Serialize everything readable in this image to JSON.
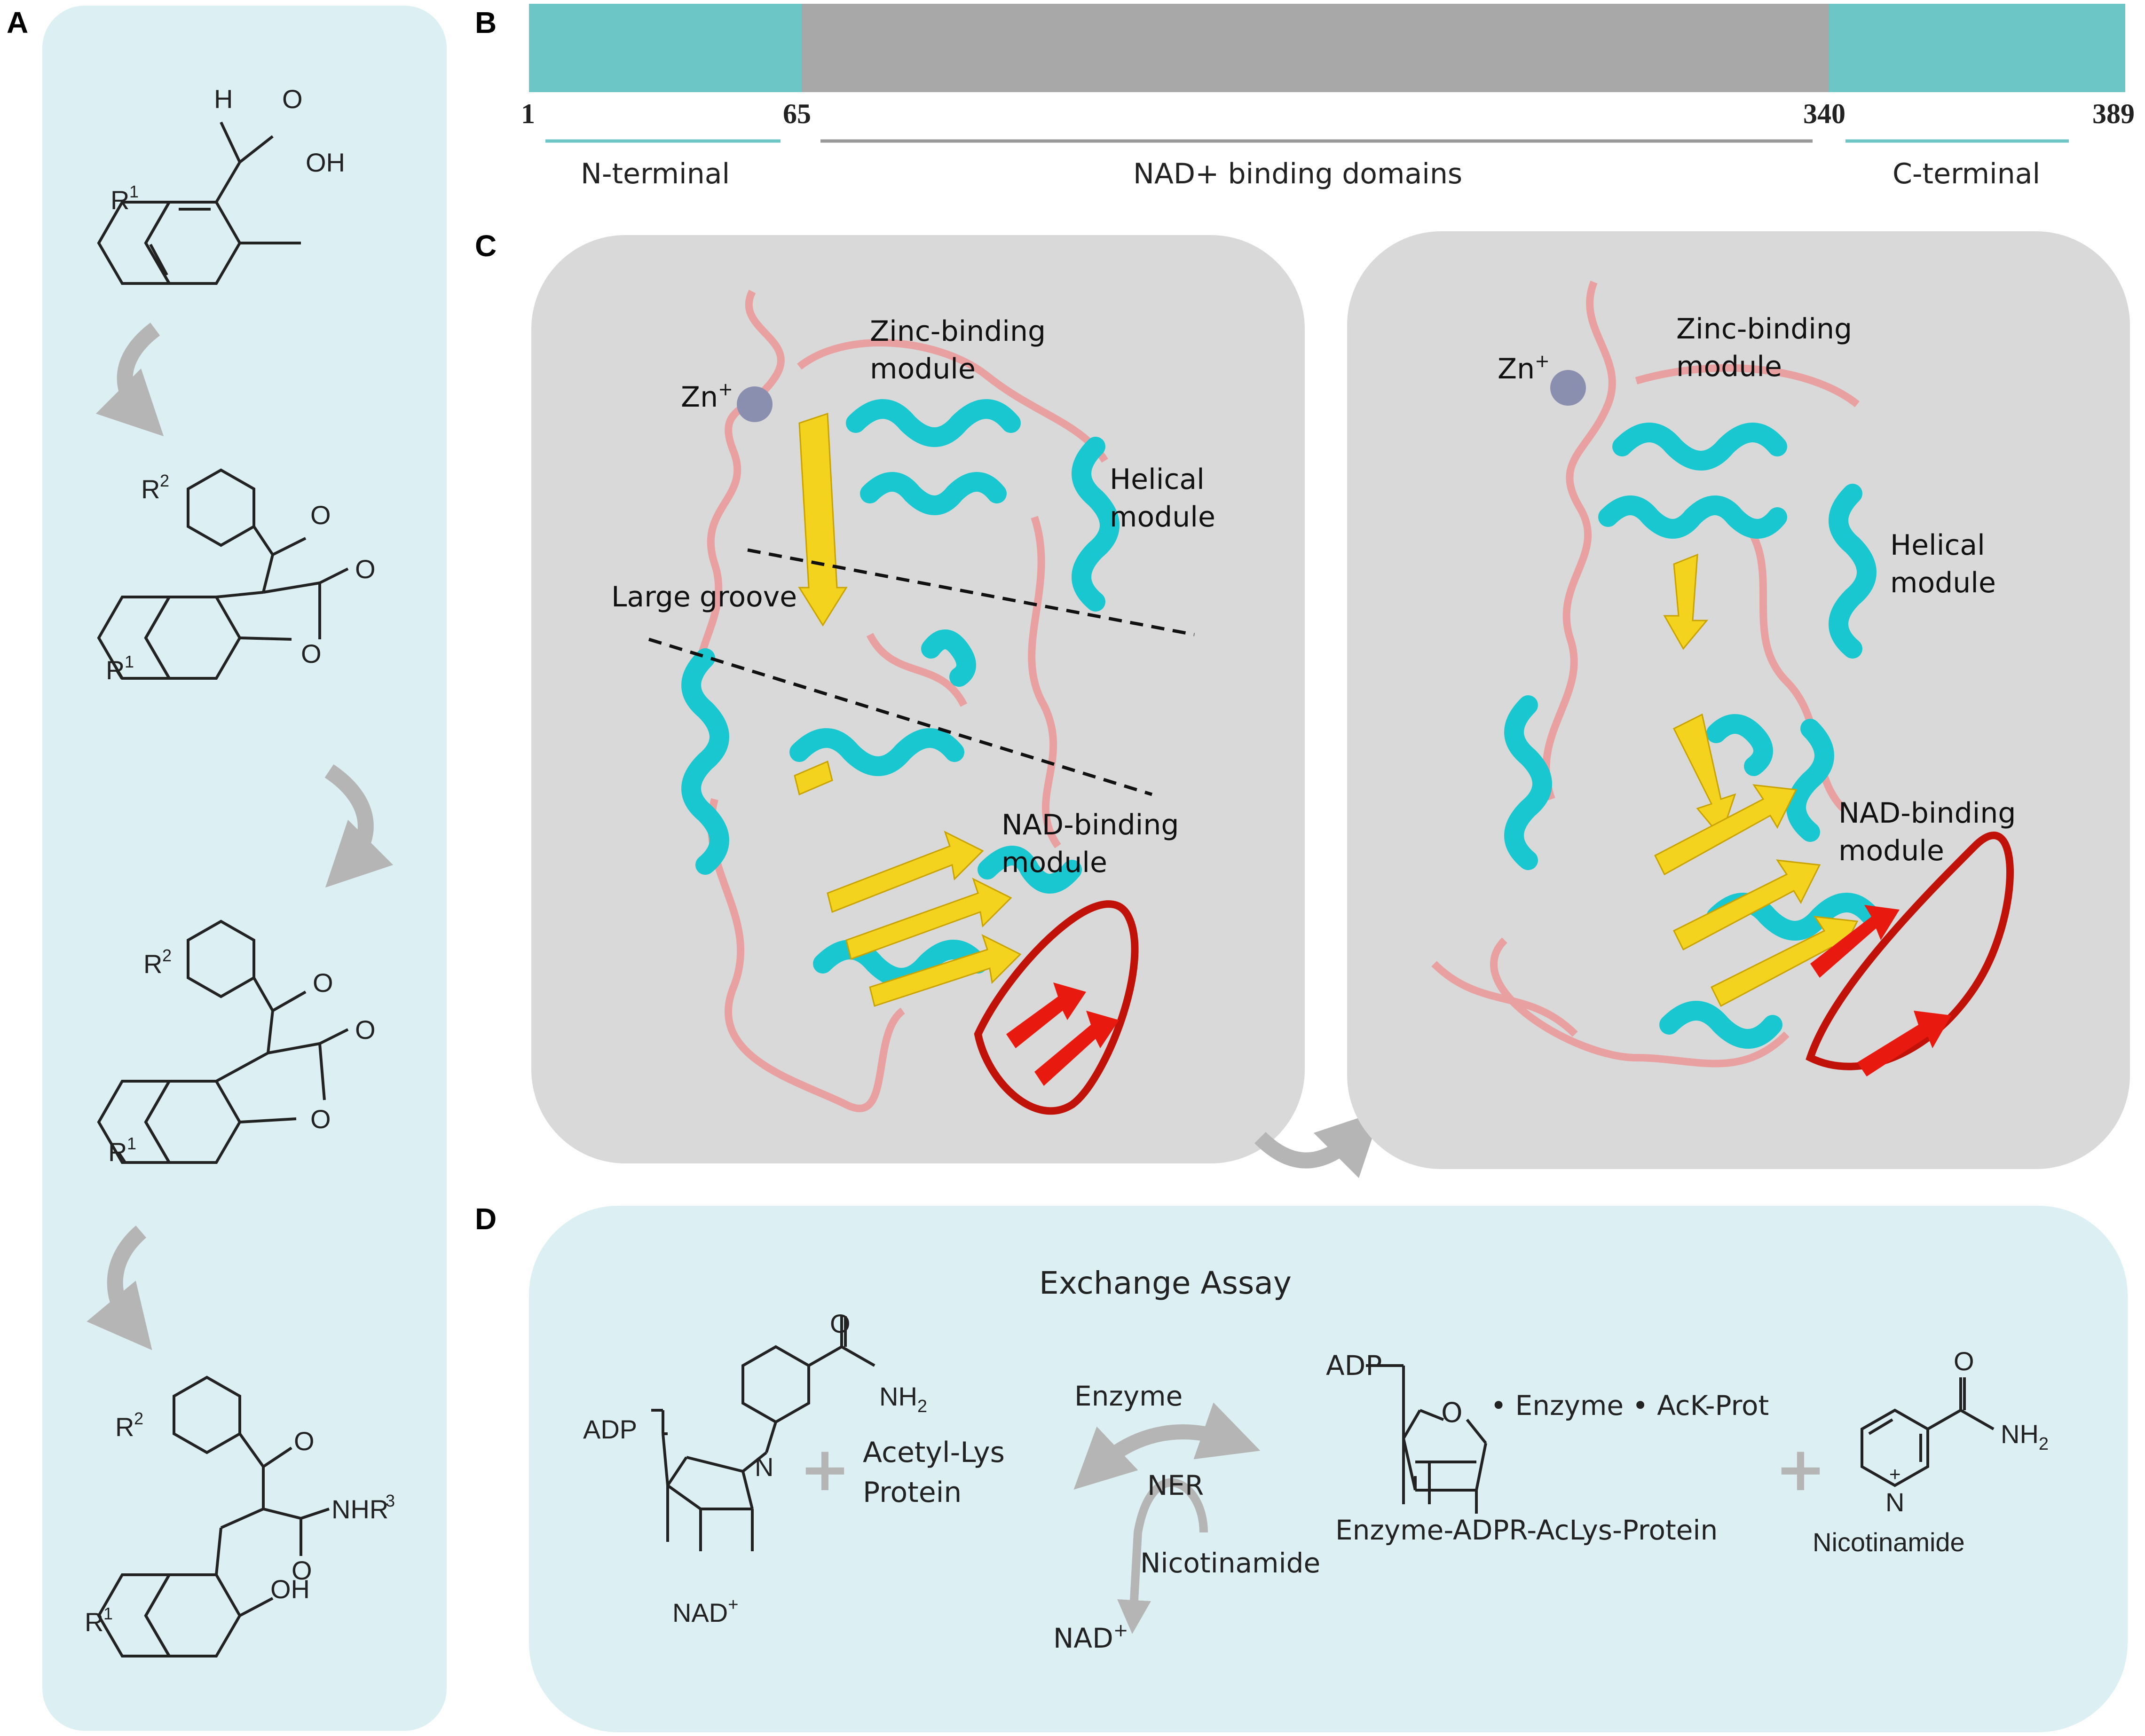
{
  "panels": {
    "a": {
      "letter": "A"
    },
    "b": {
      "letter": "B",
      "domain_bar": {
        "ticks": [
          "1",
          "65",
          "340",
          "389"
        ],
        "regions": [
          {
            "name": "N-terminal",
            "start": 1,
            "end": 65,
            "color": "#6cc6c6"
          },
          {
            "name": "NAD+ binding domains",
            "start": 65,
            "end": 340,
            "color": "#a8a8a8"
          },
          {
            "name": "C-terminal",
            "start": 340,
            "end": 389,
            "color": "#6cc6c6"
          }
        ]
      }
    },
    "c": {
      "letter": "C",
      "left": {
        "zn": "Zn",
        "zn_sup": "+",
        "zinc_line1": "Zinc-binding",
        "zinc_line2": "module",
        "helical_line1": "Helical",
        "helical_line2": "module",
        "groove": "Large groove",
        "nad_line1": "NAD-binding",
        "nad_line2": "module"
      },
      "right": {
        "zn": "Zn",
        "zn_sup": "+",
        "zinc_line1": "Zinc-binding",
        "zinc_line2": "module",
        "helical_line1": "Helical",
        "helical_line2": "module",
        "nad_line1": "NAD-binding",
        "nad_line2": "module"
      }
    },
    "d": {
      "letter": "D",
      "title": "Exchange Assay",
      "nad_label": "NAD",
      "nad_sup": "+",
      "adp1": "ADP",
      "n_atom": "N",
      "o_atom": "O",
      "nh2_1": "NH",
      "nh2_1_sub": "2",
      "acetyl_line1": "Acetyl-Lys",
      "acetyl_line2": "Protein",
      "enzyme_label": "Enzyme",
      "ner_label": "NER",
      "nicotinamide_arrow": "Nicotinamide",
      "nad_out": "NAD",
      "nad_out_sup": "+",
      "adp2": "ADP",
      "o_atom2": "O",
      "complex_text": "• Enzyme • AcK-Prot",
      "intermediate_name": "Enzyme-ADPR-AcLys-Protein",
      "o_atom3": "O",
      "nh2_2": "NH",
      "nh2_2_sub": "2",
      "n_plus": "N",
      "plus_charge": "+",
      "nicotinamide_label": "Nicotinamide"
    }
  },
  "colors": {
    "panel_bg_teal": "#dcf0f3",
    "panel_bg_gray": "#d9d9d9",
    "teal": "#6cc6c6",
    "gray_bar": "#a8a8a8",
    "helix": "#18c7cf",
    "strand": "#f3d31d",
    "loop": "#e8a0a0",
    "red_strand": "#e81a10",
    "arrow_gray": "#b5b5b5"
  }
}
